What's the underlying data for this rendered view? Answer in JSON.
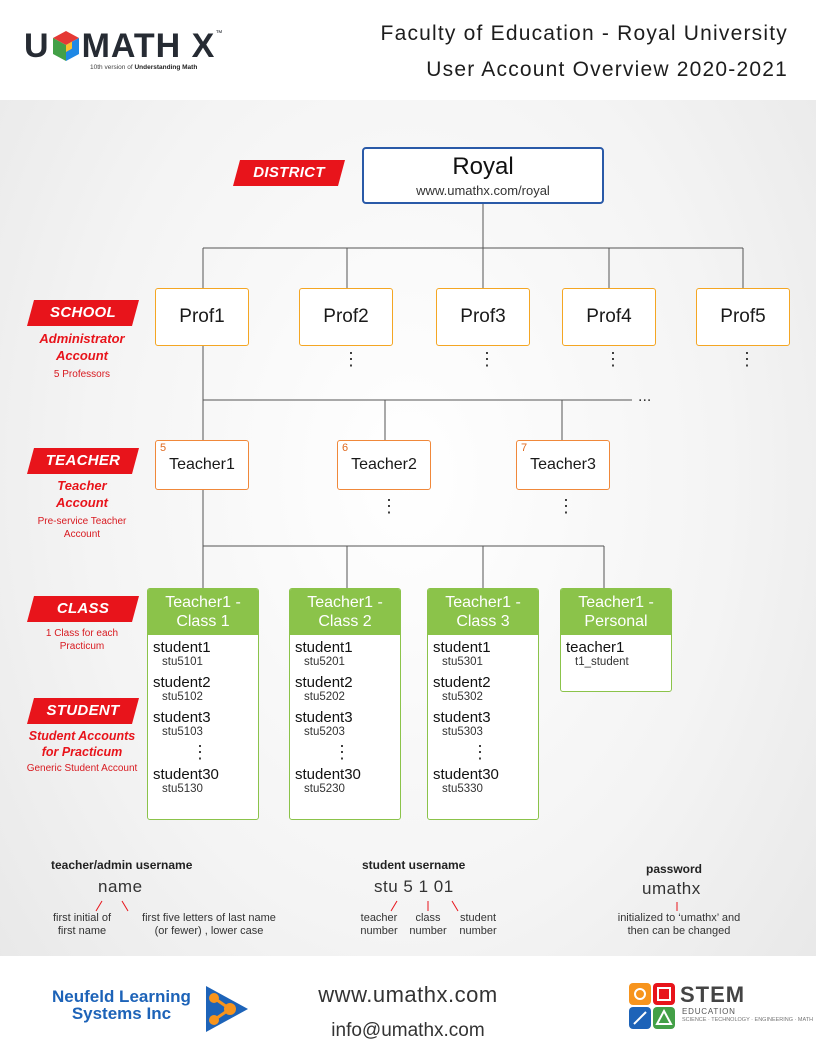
{
  "header": {
    "logo_letters": [
      "U",
      "MATH X"
    ],
    "logo_tm": "™",
    "logo_tagline_pre": "10th version of ",
    "logo_tagline_bold": "Understanding Math",
    "title_line1": "Faculty of Education - Royal University",
    "title_line2": "User Account Overview 2020-2021"
  },
  "levels": {
    "district": {
      "tag": "DISTRICT"
    },
    "school": {
      "tag": "SCHOOL",
      "sub": "Administrator Account",
      "note": "5 Professors"
    },
    "teacher": {
      "tag": "TEACHER",
      "sub": "Teacher Account",
      "note": "Pre-service Teacher Account"
    },
    "class": {
      "tag": "CLASS",
      "note": "1 Class for each Practicum"
    },
    "student": {
      "tag": "STUDENT",
      "sub": "Student Accounts for Practicum",
      "note": "Generic Student Account"
    }
  },
  "district": {
    "name": "Royal",
    "url": "www.umathx.com/royal"
  },
  "profs": [
    "Prof1",
    "Prof2",
    "Prof3",
    "Prof4",
    "Prof5"
  ],
  "ellipsis_v": "⋮",
  "ellipsis_h": "...",
  "teachers": [
    {
      "badge": "5",
      "name": "Teacher1"
    },
    {
      "badge": "6",
      "name": "Teacher2"
    },
    {
      "badge": "7",
      "name": "Teacher3"
    }
  ],
  "classes": [
    {
      "title": "Teacher1 - Class 1",
      "students": [
        {
          "name": "student1",
          "user": "stu5101"
        },
        {
          "name": "student2",
          "user": "stu5102"
        },
        {
          "name": "student3",
          "user": "stu5103"
        },
        {
          "name": "student30",
          "user": "stu5130"
        }
      ]
    },
    {
      "title": "Teacher1 - Class 2",
      "students": [
        {
          "name": "student1",
          "user": "stu5201"
        },
        {
          "name": "student2",
          "user": "stu5202"
        },
        {
          "name": "student3",
          "user": "stu5203"
        },
        {
          "name": "student30",
          "user": "stu5230"
        }
      ]
    },
    {
      "title": "Teacher1 - Class 3",
      "students": [
        {
          "name": "student1",
          "user": "stu5301"
        },
        {
          "name": "student2",
          "user": "stu5302"
        },
        {
          "name": "student3",
          "user": "stu5303"
        },
        {
          "name": "student30",
          "user": "stu5330"
        }
      ]
    },
    {
      "title": "Teacher1 - Personal",
      "students": [
        {
          "name": "teacher1",
          "user": "t1_student"
        }
      ]
    }
  ],
  "legend": {
    "teacher_admin": {
      "title": "teacher/admin username",
      "word": "name",
      "note_left": "first initial of\nfirst name",
      "note_right": "first five letters of last name\n(or fewer) , lower case"
    },
    "student": {
      "title": "student username",
      "word": "stu 5 1 01",
      "note_1": "teacher\nnumber",
      "note_2": "class\nnumber",
      "note_3": "student\nnumber"
    },
    "password": {
      "title": "password",
      "word": "umathx",
      "note": "initialized to ‘umathx’ and\nthen can be changed"
    }
  },
  "footer": {
    "company_line1": "Neufeld Learning",
    "company_line2": "Systems Inc",
    "website": "www.umathx.com",
    "email": "info@umathx.com",
    "stem_word": "STEM",
    "stem_edu": "EDUCATION",
    "stem_sub": "SCIENCE · TECHNOLOGY · ENGINEERING · MATH"
  },
  "colors": {
    "red": "#e8141b",
    "prof_border": "#f4a623",
    "teacher_border": "#f0883a",
    "class_green": "#8bc34a",
    "district_blue": "#2a5aa8"
  }
}
